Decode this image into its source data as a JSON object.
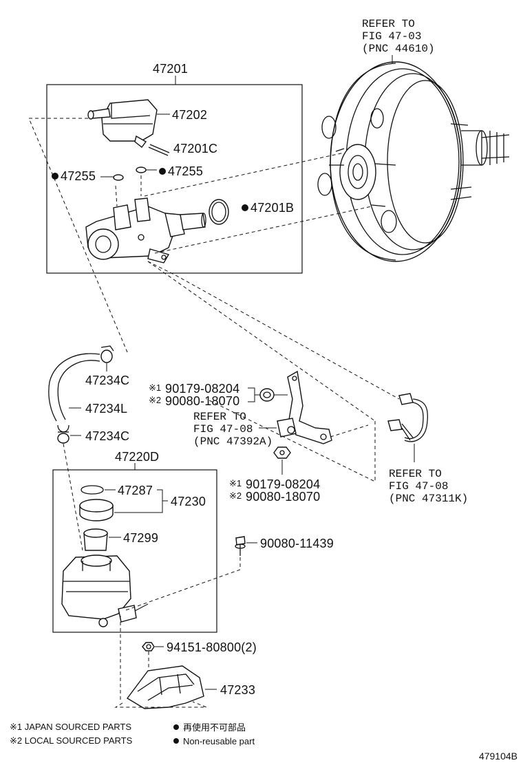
{
  "references": {
    "booster": [
      "REFER TO",
      "FIG 47-03",
      "(PNC 44610)"
    ],
    "bracket": [
      "REFER TO",
      "FIG 47-08",
      "(PNC 47392A)"
    ],
    "tube": [
      "REFER TO",
      "FIG 47-08",
      "(PNC 47311K)"
    ]
  },
  "parts": {
    "p47201": "47201",
    "p47202": "47202",
    "p47201C": "47201C",
    "p47255_right": "47255",
    "p47255_left": "47255",
    "p47201B": "47201B",
    "p47234C_top": "47234C",
    "p47234L": "47234L",
    "p47234C_bottom": "47234C",
    "p47220D": "47220D",
    "p47287": "47287",
    "p47230": "47230",
    "p47299": "47299",
    "p90080_11439": "90080-11439",
    "p94151": "94151-80800(2)",
    "p47233": "47233"
  },
  "bracket_parts": {
    "top_mark1": "※1",
    "top_pn1": "90179-08204",
    "top_mark2": "※2",
    "top_pn2": "90080-18070",
    "bot_mark1": "※1",
    "bot_pn1": "90179-08204",
    "bot_mark2": "※2",
    "bot_pn2": "90080-18070"
  },
  "legend": {
    "note1": "※1 JAPAN SOURCED PARTS",
    "note2": "※2 LOCAL SOURCED PARTS",
    "dot_jp": "再使用不可部品",
    "dot_en": "Non-reusable part"
  },
  "figure_code": "479104B"
}
